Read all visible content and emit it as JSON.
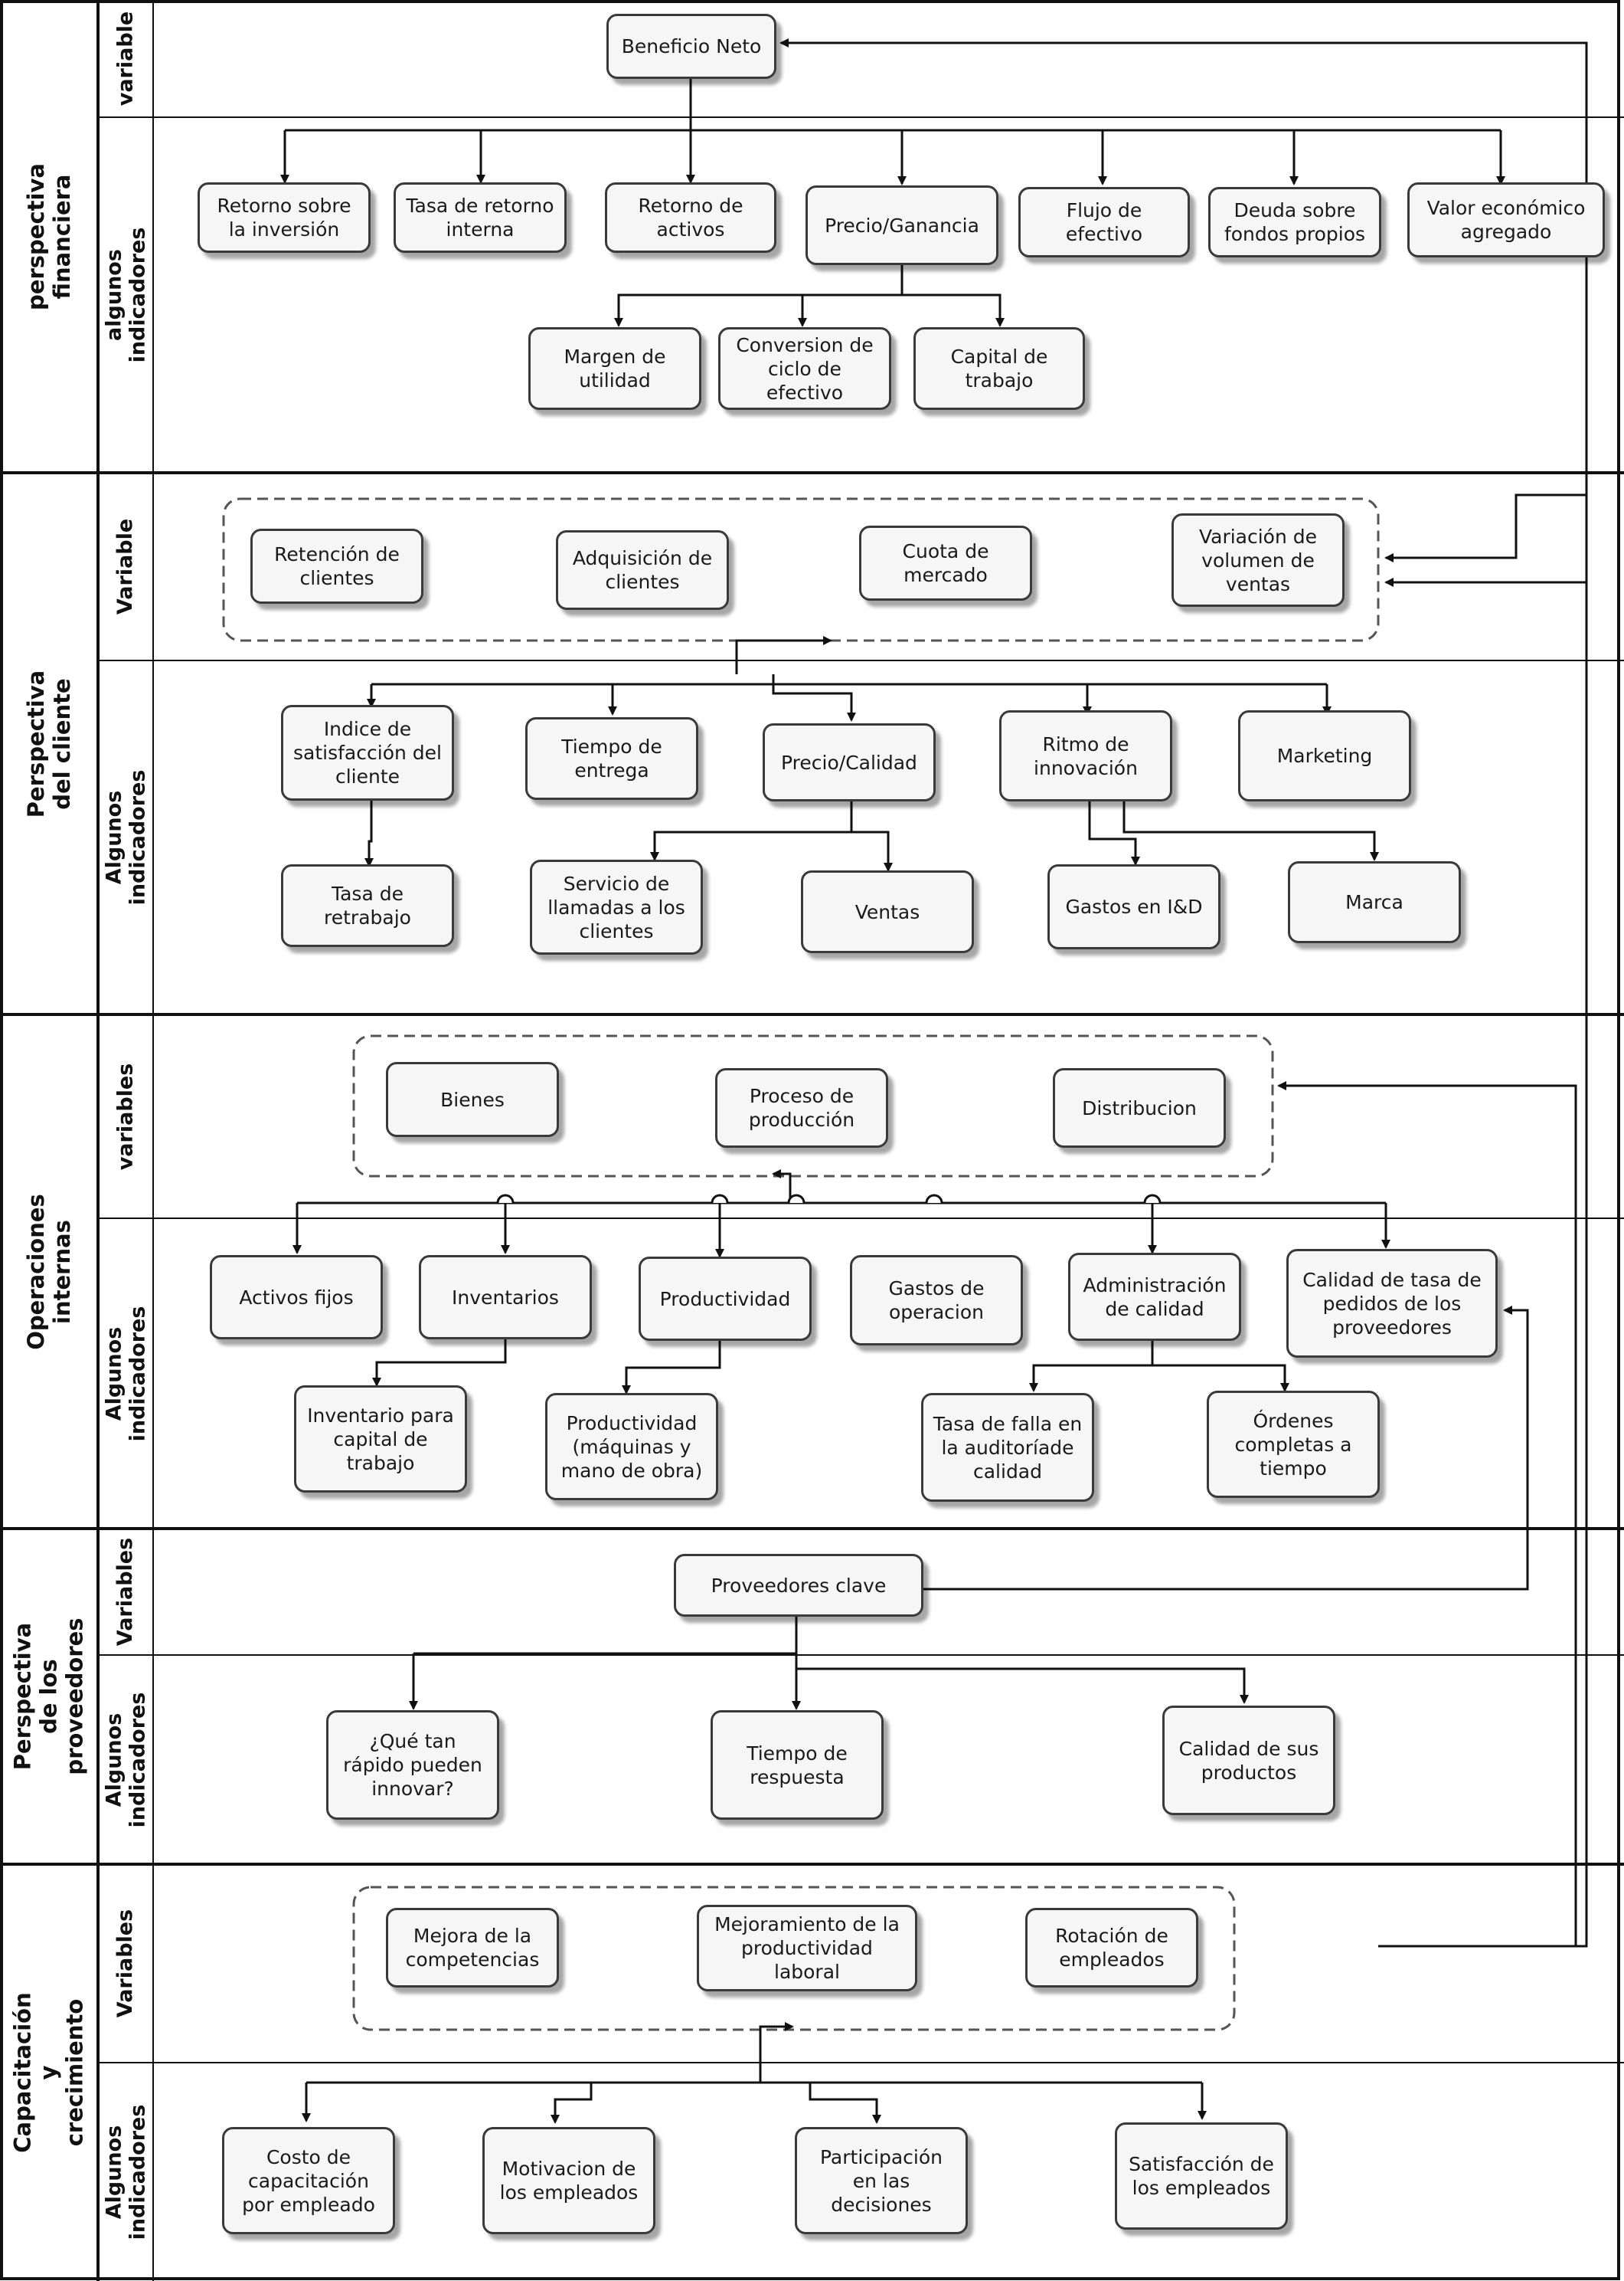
{
  "sections": [
    {
      "label": "perspectiva financiera",
      "rows": [
        "variable",
        "algunos indicadores"
      ]
    },
    {
      "label": "Perspectiva del cliente",
      "rows": [
        "Variable",
        "Algunos indicadores"
      ]
    },
    {
      "label": "Operaciones internas",
      "rows": [
        "variables",
        "Algunos  indicadores"
      ]
    },
    {
      "label": "Perspectiva de los\nproveedores",
      "rows": [
        "Variables",
        "Algunos\nindicadores"
      ]
    },
    {
      "label": "Capacitación y crecimiento",
      "rows": [
        "Variables",
        "Algunos\nindicadores"
      ]
    }
  ],
  "financiera": {
    "variable": "Beneficio Neto",
    "indicadores": [
      "Retorno sobre\nla inversión",
      "Tasa de retorno\ninterna",
      "Retorno de\nactivos",
      "Precio/Ganancia",
      "Flujo de\nefectivo",
      "Deuda sobre\nfondos propios",
      "Valor económico\nagregado"
    ],
    "sub_indicadores": [
      "Margen de\nutilidad",
      "Conversion de\nciclo de\nefectivo",
      "Capital de\ntrabajo"
    ]
  },
  "cliente": {
    "variables": [
      "Retención de\nclientes",
      "Adquisición de\nclientes",
      "Cuota de\nmercado",
      "Variación de\nvolumen de\nventas"
    ],
    "indicadores": [
      "Indice de\nsatisfacción del\ncliente",
      "Tiempo de\nentrega",
      "Precio/Calidad",
      "Ritmo de\ninnovación",
      "Marketing"
    ],
    "sub_indicadores": [
      "Tasa de\nretrabajo",
      "Servicio de\nllamadas a los\nclientes",
      "Ventas",
      "Gastos en I&D",
      "Marca"
    ]
  },
  "operaciones": {
    "variables": [
      "Bienes",
      "Proceso de\nproducción",
      "Distribucion"
    ],
    "indicadores": [
      "Activos fijos",
      "Inventarios",
      "Productividad",
      "Gastos de\noperacion",
      "Administración\nde calidad",
      "Calidad de tasa de\npedidos de los\nproveedores"
    ],
    "sub_indicadores": [
      "Inventario para\ncapital de\ntrabajo",
      "Productividad\n(máquinas y\nmano de obra)",
      "Tasa de falla en\nla auditoríade\ncalidad",
      "Órdenes\ncompletas a\ntiempo"
    ]
  },
  "proveedores": {
    "variable": "Proveedores clave",
    "indicadores": [
      "¿Qué tan\nrápido pueden\ninnovar?",
      "Tiempo de\nrespuesta",
      "Calidad de sus\nproductos"
    ]
  },
  "capacitacion": {
    "variables": [
      "Mejora de la\ncompetencias",
      "Mejoramiento de la\nproductividad\nlaboral",
      "Rotación de\nempleados"
    ],
    "indicadores": [
      "Costo de\ncapacitación\npor empleado",
      "Motivacion de\nlos empleados",
      "Participación\nen las\ndecisiones",
      "Satisfacción de\nlos empleados"
    ]
  }
}
